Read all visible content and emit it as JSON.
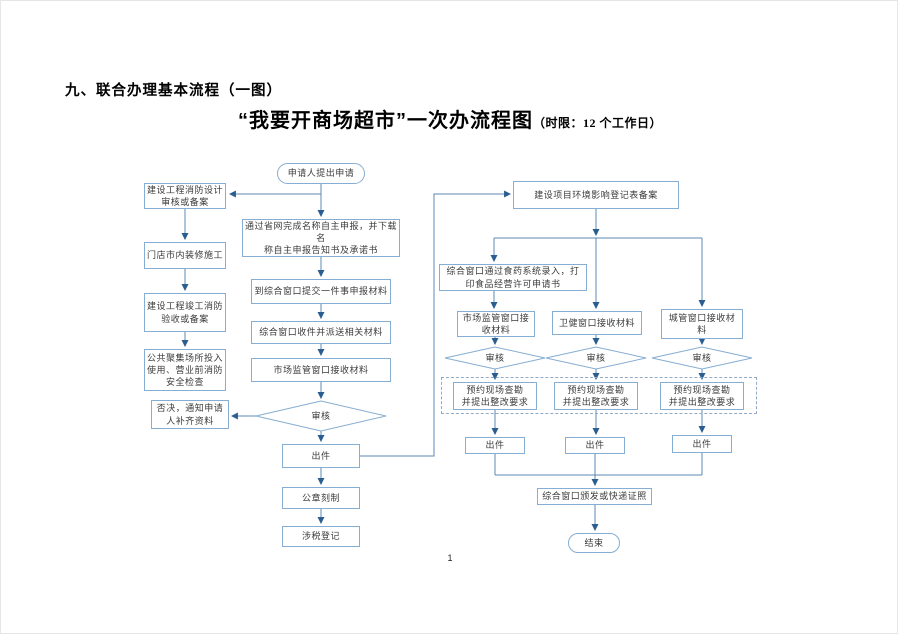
{
  "document": {
    "section_title": "九、联合办理基本流程（一图）",
    "flow_title": "“我要开商场超市”一次办流程图",
    "flow_title_note": "（时限：12 个工作日）",
    "page_number": "1"
  },
  "flowchart": {
    "start": "申请人提出申请",
    "fire_design": "建设工程消防设计\n审核或备案",
    "name_declare": "通过省网完成名称自主申报，并下载名\n称自主申报告知书及承诺书",
    "decoration": "门店市内装修施工",
    "fire_accept": "建设工程竣工消防\n验收或备案",
    "submit_materials": "到综合窗口提交一件事申报材料",
    "receive_dispatch": "综合窗口收件并派送相关材料",
    "public_fire_check": "公共聚集场所投入\n使用、营业前消防\n安全检查",
    "market_receive_mid": "市场监管窗口接收材料",
    "reject_notice": "否决，通知申请\n人补齐资料",
    "review_mid": "审核",
    "issue_mid": "出件",
    "seal_making": "公章刻制",
    "tax_register": "涉税登记",
    "env_register": "建设项目环境影响登记表备案",
    "food_entry": "综合窗口通过食药系统录入，打\n印食品经营许可申请书",
    "market_receive_r": "市场监管窗口接\n收材料",
    "health_receive": "卫健窗口接收材料",
    "urban_receive": "城管窗口接收材\n料",
    "review_r1": "审核",
    "review_r2": "审核",
    "review_r3": "审核",
    "survey_1": "预约现场查勘\n并提出整改要求",
    "survey_2": "预约现场查勘\n并提出整改要求",
    "survey_3": "预约现场查勘\n并提出整改要求",
    "issue_1": "出件",
    "issue_2": "出件",
    "issue_3": "出件",
    "license_delivery": "综合窗口颁发或快递证照",
    "end": "结束"
  },
  "colors": {
    "box_border": "#86add2",
    "line": "#5b88b4",
    "arrowhead": "#2a5e91",
    "text": "#3b3b3b"
  }
}
